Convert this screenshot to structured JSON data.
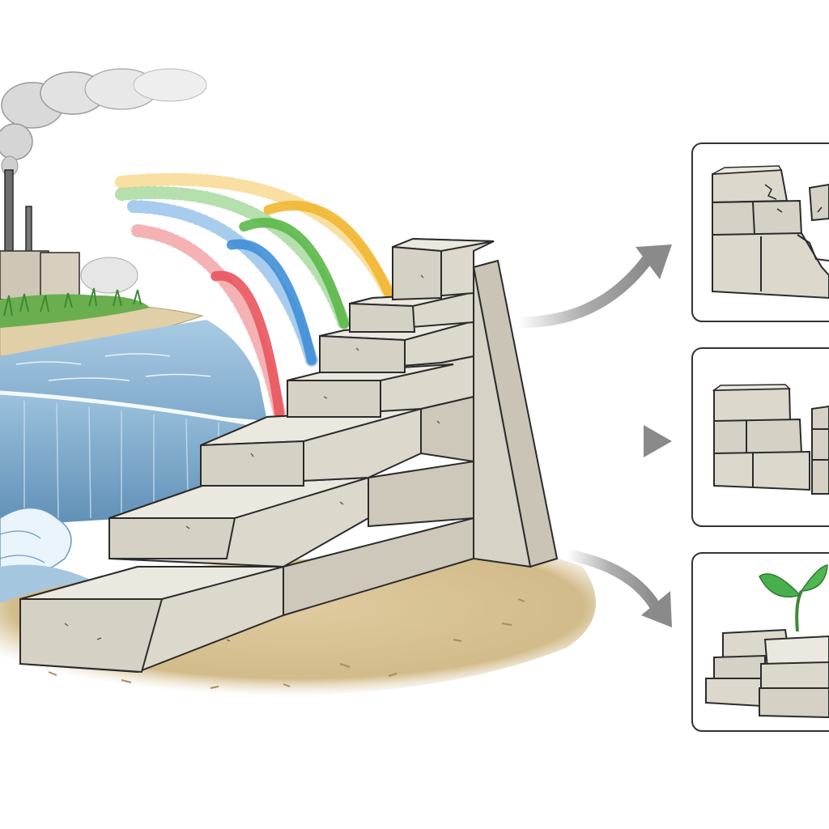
{
  "palette": {
    "background": "#ffffff",
    "water": "#8fb8d6",
    "water_dark": "#5d8fb8",
    "foam": "#eef6fb",
    "ground": "#dcc79c",
    "ground_dark": "#c2a877",
    "grass": "#5fa84a",
    "block_face": "#dcd8cc",
    "block_top": "#ebe8df",
    "block_side": "#c3beb0",
    "outline": "#2b2b2b",
    "arrow": "#8a8a8a",
    "panel_border": "#333333",
    "leaf": "#3fa34a",
    "smoke": "#d8d8d8",
    "factory": "#cfc7b6"
  },
  "streams": [
    {
      "name": "red-stream",
      "color": "#e8555c"
    },
    {
      "name": "blue-stream",
      "color": "#3f8fd6"
    },
    {
      "name": "green-stream",
      "color": "#5cb84a"
    },
    {
      "name": "yellow-stream",
      "color": "#f2b731"
    }
  ],
  "icons": {
    "factory": "factory-icon",
    "smoke": "smoke-icon",
    "waterfall": "waterfall-icon",
    "stair_wall": "stair-wall-icon",
    "arrow": "arrow-right-icon",
    "crumbling_blocks": "crumbling-blocks-icon",
    "stable_blocks": "stable-blocks-icon",
    "sprout": "sprout-icon"
  },
  "outcomes": [
    {
      "id": "crumbling",
      "icon": "crumbling-blocks-icon"
    },
    {
      "id": "stable",
      "icon": "stable-blocks-icon"
    },
    {
      "id": "regrowth",
      "icon": "sprout-icon"
    }
  ]
}
